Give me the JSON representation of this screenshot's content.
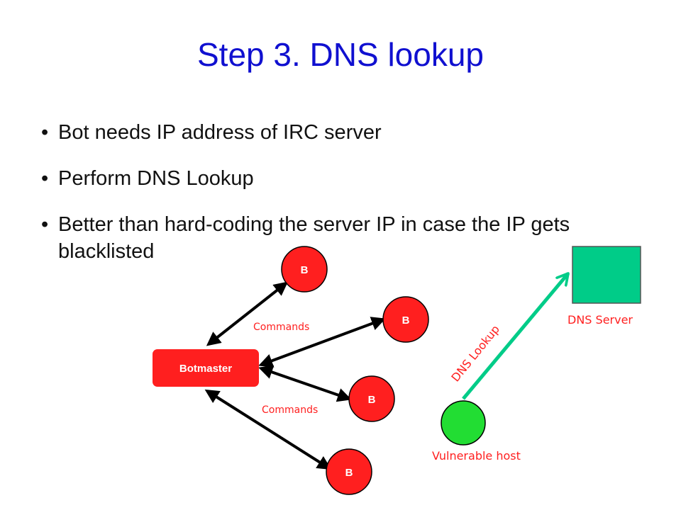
{
  "slide": {
    "title": "Step 3. DNS lookup",
    "bullets": [
      "Bot needs IP address of IRC server",
      "Perform DNS Lookup",
      "Better than hard-coding the server IP in case the IP gets blacklisted"
    ]
  },
  "diagram": {
    "botmaster_label": "Botmaster",
    "bot_label": "B",
    "commands_label_top": "Commands",
    "commands_label_bottom": "Commands",
    "dns_lookup_label": "DNS Lookup",
    "dns_server_label": "DNS Server",
    "vulnerable_host_label": "Vulnerable host"
  },
  "colors": {
    "title": "#1010d0",
    "node_red": "#ff1f1f",
    "dns_server": "#00cc88",
    "vulnerable_host": "#22dd33",
    "arrow_dns": "#00cc88",
    "label_red": "#ff1f1f"
  }
}
